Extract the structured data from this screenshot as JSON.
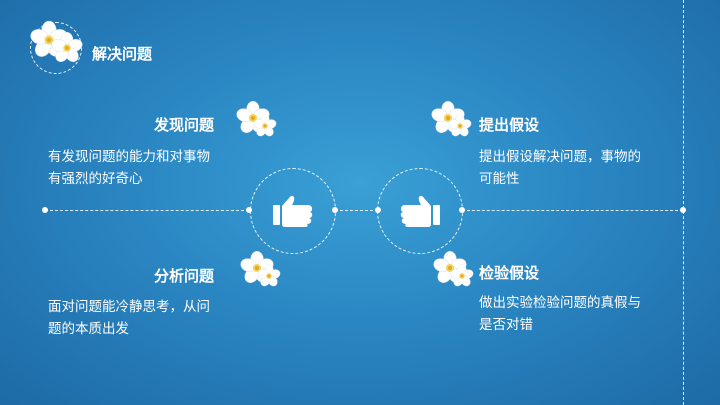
{
  "header": {
    "title": "解决问题"
  },
  "items": [
    {
      "heading": "发现问题",
      "lines": [
        "有发现问题的能力和对事物",
        "有强烈的好奇心"
      ]
    },
    {
      "heading": "提出假设",
      "lines": [
        "提出假设解决问题，事物的",
        "可能性"
      ]
    },
    {
      "heading": "分析问题",
      "lines": [
        "面对问题能冷静思考，从问",
        "题的本质出发"
      ]
    },
    {
      "heading": "检验假设",
      "lines": [
        "做出实验检验问题的真假与",
        "是否对错"
      ]
    }
  ],
  "icons": [
    "flower-icon",
    "thumbs-up-icon"
  ],
  "colors": {
    "background": "#2a86c2",
    "flower_center": "#f2d35b"
  }
}
